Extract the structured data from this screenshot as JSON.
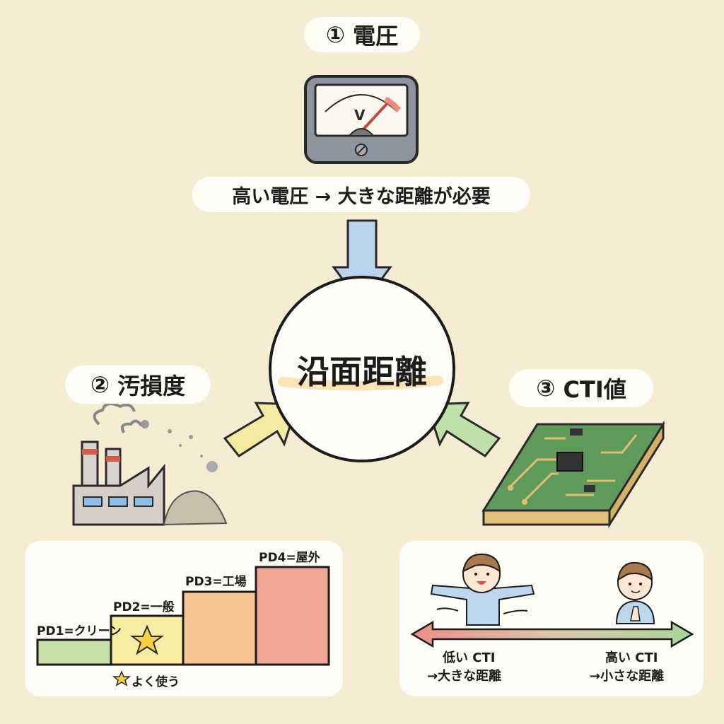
{
  "factors": {
    "voltage": {
      "number": "①",
      "title": "電圧",
      "caption": "高い電圧 → 大きな距離が必要",
      "meter_unit": "V"
    },
    "pollution": {
      "number": "②",
      "title": "汚損度"
    },
    "cti": {
      "number": "③",
      "title": "CTI値"
    }
  },
  "center": {
    "label": "沿面距離"
  },
  "pollution_panel": {
    "levels": [
      {
        "label": "PD1=クリーン",
        "level": 1,
        "color": "#c6e0a8"
      },
      {
        "label": "PD2=一般",
        "level": 2,
        "color": "#f6eda0"
      },
      {
        "label": "PD3=工場",
        "level": 3,
        "color": "#f6c492"
      },
      {
        "label": "PD4=屋外",
        "level": 4,
        "color": "#f3a596"
      }
    ],
    "note": "よく使う"
  },
  "cti_panel": {
    "low": {
      "line1": "低い CTI",
      "line2": "→大きな距離"
    },
    "high": {
      "line1": "高い CTI",
      "line2": "→小さな距離"
    }
  },
  "colors": {
    "background": "#f6ecd3",
    "arrow_blue": "#bcd3ee",
    "arrow_yellow": "#f4eaa0",
    "arrow_green": "#bfe0a8",
    "pcb": "#5f9a5a"
  }
}
